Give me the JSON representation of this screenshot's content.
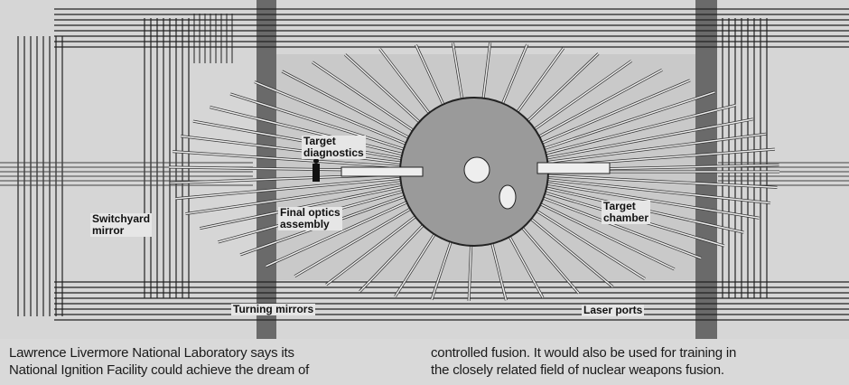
{
  "illustration": {
    "labels": {
      "target_diagnostics": "Target\ndiagnostics",
      "final_optics": "Final optics\nassembly",
      "switchyard_mirror": "Switchyard\nmirror",
      "target_chamber": "Target\nchamber",
      "turning_mirrors": "Turning mirrors",
      "laser_ports": "Laser ports"
    }
  },
  "caption": {
    "left_line1": "Lawrence Livermore National Laboratory says its",
    "left_line2": "National Ignition Facility could achieve the dream of",
    "right_line1": "controlled fusion. It would also be used for training in",
    "right_line2": "the closely related field of nuclear weapons fusion."
  }
}
